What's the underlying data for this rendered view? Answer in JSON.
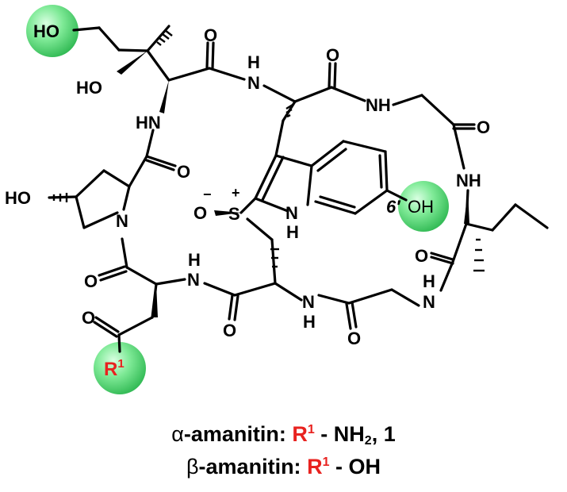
{
  "molecule": {
    "groups": {
      "ho_top": "HO",
      "ho_sec": "HO",
      "ho_pro": "HO",
      "oh_indole": "OH",
      "r1": "R",
      "r1_sup": "1",
      "label_6prime": "6′"
    },
    "atoms": {
      "o_top": "O",
      "o_carbonyl_1": "O",
      "o_pro": "O",
      "o_asp_amide": "O",
      "o_asp_side": "O",
      "o_cys": "O",
      "o_gly_bottom": "O",
      "o_ile": "O",
      "o_gly_right": "O",
      "nh_top": "N",
      "nh_top_h": "H",
      "nh_hyp": "HN",
      "n_pro": "N",
      "nh_asp": "N",
      "nh_asp_h": "H",
      "nh_cys": "N",
      "nh_cys_h": "H",
      "nh_gly": "NH",
      "nh_ile": "NH",
      "nh_gly_right": "N",
      "nh_gly_right_h": "H",
      "n_indole": "N",
      "n_indole_h": "H",
      "s_ox": "S",
      "s_o": "O",
      "minus": "−",
      "plus": "+"
    },
    "colors": {
      "highlight": "#5fe07e",
      "r1_text": "#e8221f",
      "label_6prime": "#2233cc"
    }
  },
  "legend": [
    {
      "greek": "α",
      "name": "-amanitin: ",
      "r": "R",
      "r_sup": "1",
      "dash": " - NH",
      "sub": "2",
      "tail": ", 1"
    },
    {
      "greek": "β",
      "name": "-amanitin: ",
      "r": "R",
      "r_sup": "1",
      "dash": " - OH",
      "sub": "",
      "tail": ""
    }
  ]
}
